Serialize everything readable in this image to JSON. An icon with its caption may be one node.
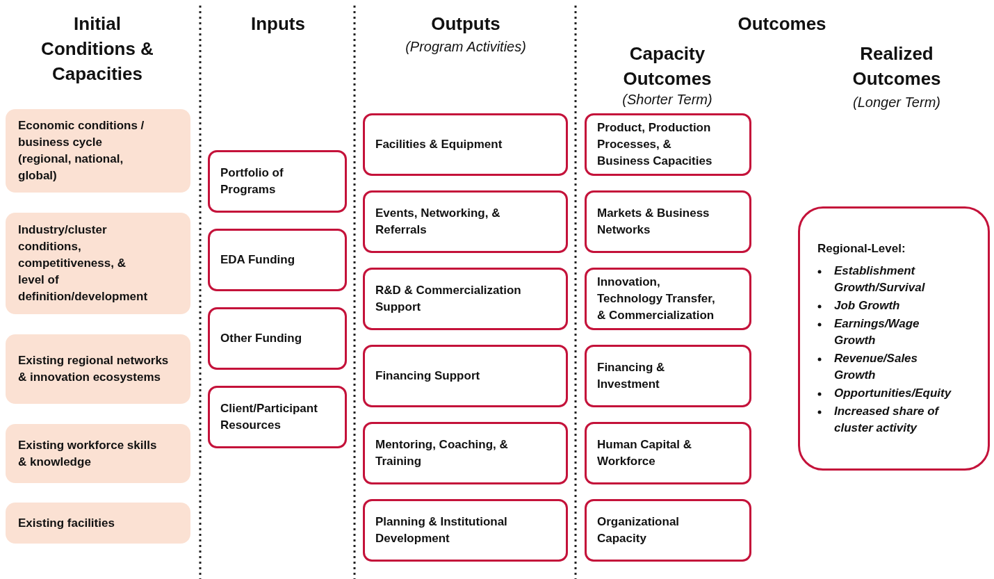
{
  "diagram": {
    "nodes": [
      {
        "text": [
          "Economic conditions / business cycle (regional, national, global)"
        ]
      },
      {
        "text": [
          "Industry/cluster conditions, competitiveness, & level of definition/development"
        ]
      },
      {
        "text": [
          "Existing regional networks & innovation ecosystems"
        ]
      },
      {
        "text": [
          "Existing workforce skills & knowledge"
        ]
      },
      {
        "text": [
          "Existing facilities"
        ]
      },
      {
        "text": [
          "Portfolio of Programs"
        ]
      },
      {
        "text": [
          "EDA Funding"
        ]
      },
      {
        "text": [
          "Other Funding"
        ]
      },
      {
        "text": [
          "Client/Participant Resources"
        ]
      },
      {
        "text": [
          "Facilities & Equipment"
        ]
      },
      {
        "text": [
          "Events, Networking, & Referrals"
        ]
      },
      {
        "text": [
          "R&D & Commercialization Support"
        ]
      },
      {
        "text": [
          "Financing Support"
        ]
      },
      {
        "text": [
          "Mentoring, Coaching, & Training"
        ]
      },
      {
        "text": [
          "Planning & Institutional Development"
        ]
      },
      {
        "text": [
          "Product, Production Processes, & Business Capacities"
        ]
      },
      {
        "text": [
          "Markets & Business Networks"
        ]
      },
      {
        "text": [
          "Innovation, Technology Transfer, & Commercialization"
        ]
      },
      {
        "text": [
          "Financing & Investment"
        ]
      },
      {
        "text": [
          "Human Capital & Workforce"
        ]
      },
      {
        "text": [
          "Organizational Capacity"
        ]
      },
      {
        "text": [
          "Regional-Level:",
          "Establishment Growth/Survival",
          "Job Growth",
          "Earnings/Wage Growth",
          "Revenue/Sales Growth",
          "Opportunities/Equity",
          "Increased share of cluster activity"
        ]
      }
    ],
    "labels": [
      "Initial Conditions & Capacities",
      "Inputs",
      "Outputs",
      "(Program Activities)",
      "Outcomes",
      "Capacity Outcomes",
      "(Shorter Term)",
      "Realized Outcomes",
      "(Longer Term)"
    ]
  }
}
